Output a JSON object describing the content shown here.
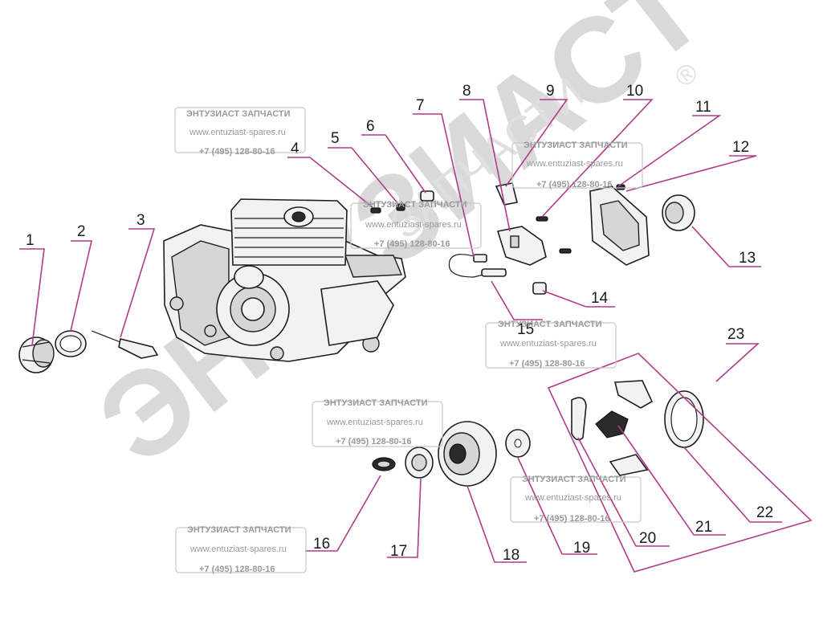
{
  "watermark": {
    "company": "ЭНТУЗИАСТ ЗАПЧАСТИ",
    "site": "www.entuziast-spares.ru",
    "phone": "+7 (495) 128-80-16",
    "logo_big": "ЭНТУЗИАСТ",
    "logo_small": "ЗАПЧАСТИ",
    "registered": "®"
  },
  "labels": [
    "1",
    "2",
    "3",
    "4",
    "5",
    "6",
    "7",
    "8",
    "9",
    "10",
    "11",
    "12",
    "13",
    "14",
    "15",
    "16",
    "17",
    "18",
    "19",
    "20",
    "21",
    "22",
    "23"
  ],
  "colors": {
    "leader": "#b03a8c",
    "ink": "#1e1e1e",
    "watermark": "#9a9a9a"
  }
}
